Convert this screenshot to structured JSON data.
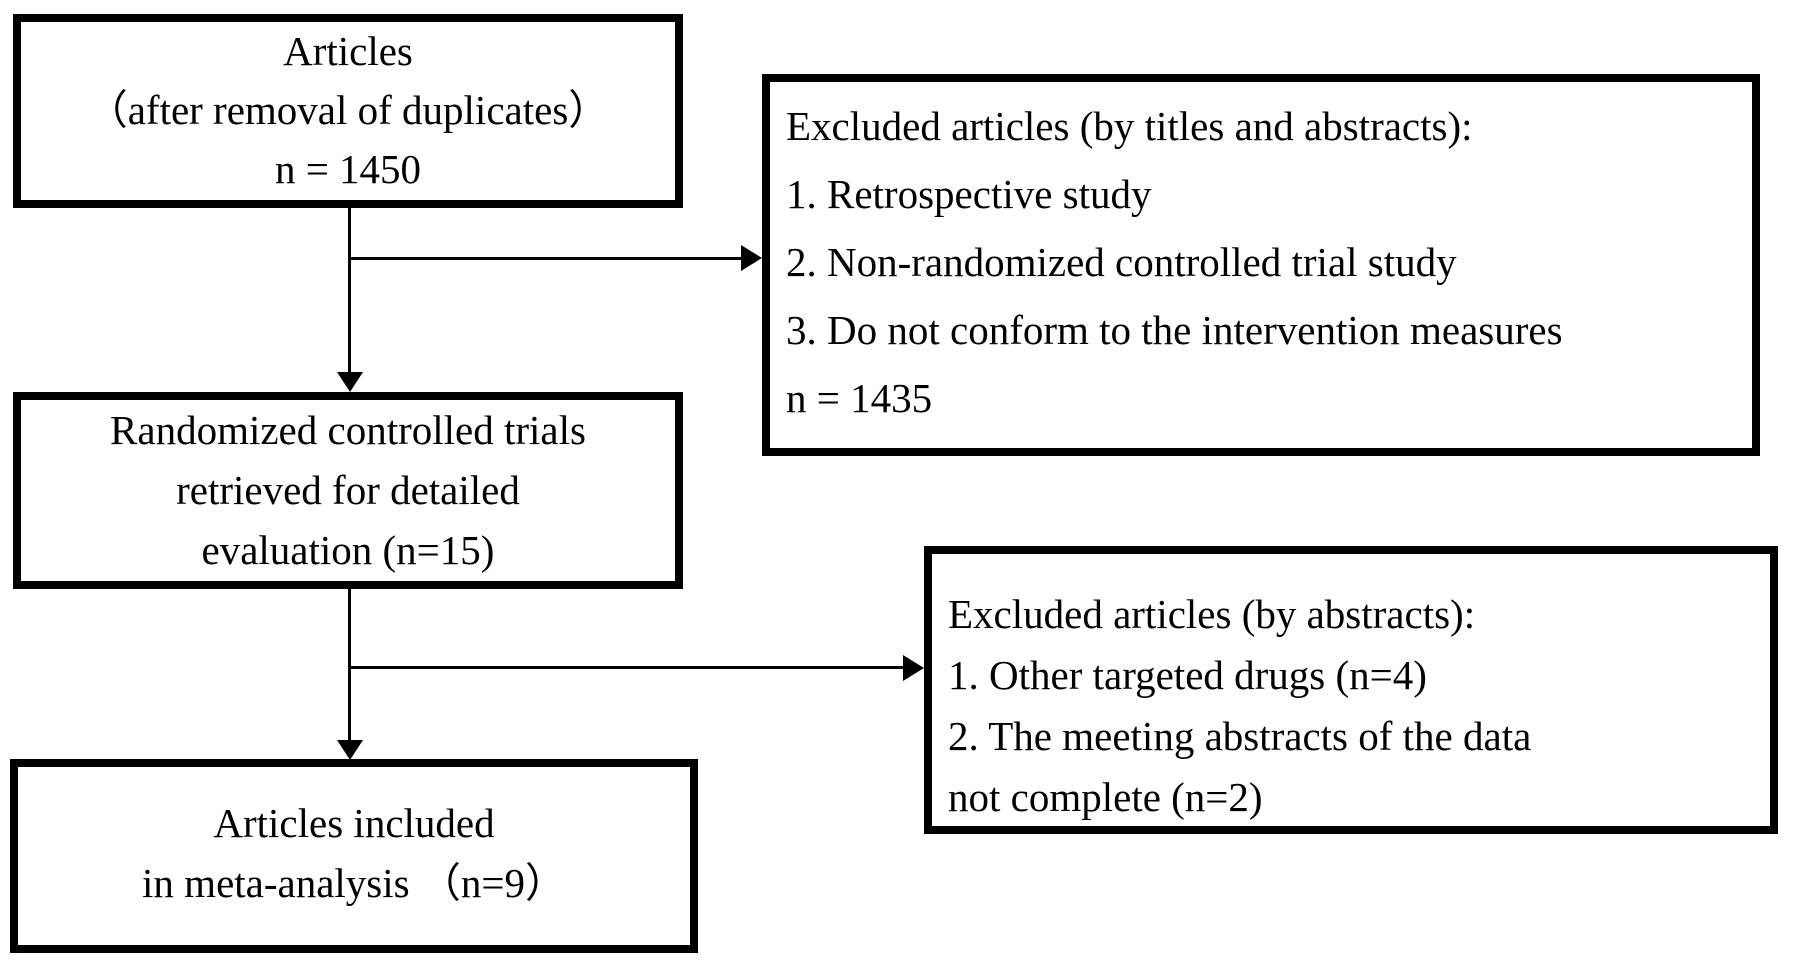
{
  "diagram": {
    "type": "flowchart",
    "background_color": "#ffffff",
    "line_color": "#000000",
    "text_color": "#000000",
    "boxes": {
      "articles_identified": {
        "line1": "Articles",
        "line2": "（after removal of duplicates）",
        "line3": "n = 1450"
      },
      "excluded_titles_abstracts": {
        "line1": "Excluded articles (by titles and abstracts):",
        "line2": "1. Retrospective study",
        "line3": "2. Non-randomized controlled trial study",
        "line4": "3. Do not conform to the intervention measures",
        "line5": "n = 1435"
      },
      "rct_retrieved": {
        "line1": "Randomized controlled trials",
        "line2": "retrieved for detailed",
        "line3": "evaluation (n=15)"
      },
      "excluded_abstracts": {
        "line1": "Excluded articles (by abstracts):",
        "line2": "1. Other targeted drugs (n=4)",
        "line3": "2. The meeting abstracts of the data",
        "line4": "not complete (n=2)"
      },
      "included_meta_analysis": {
        "line1": "Articles included",
        "line2": "in meta-analysis （n=9）"
      }
    }
  }
}
